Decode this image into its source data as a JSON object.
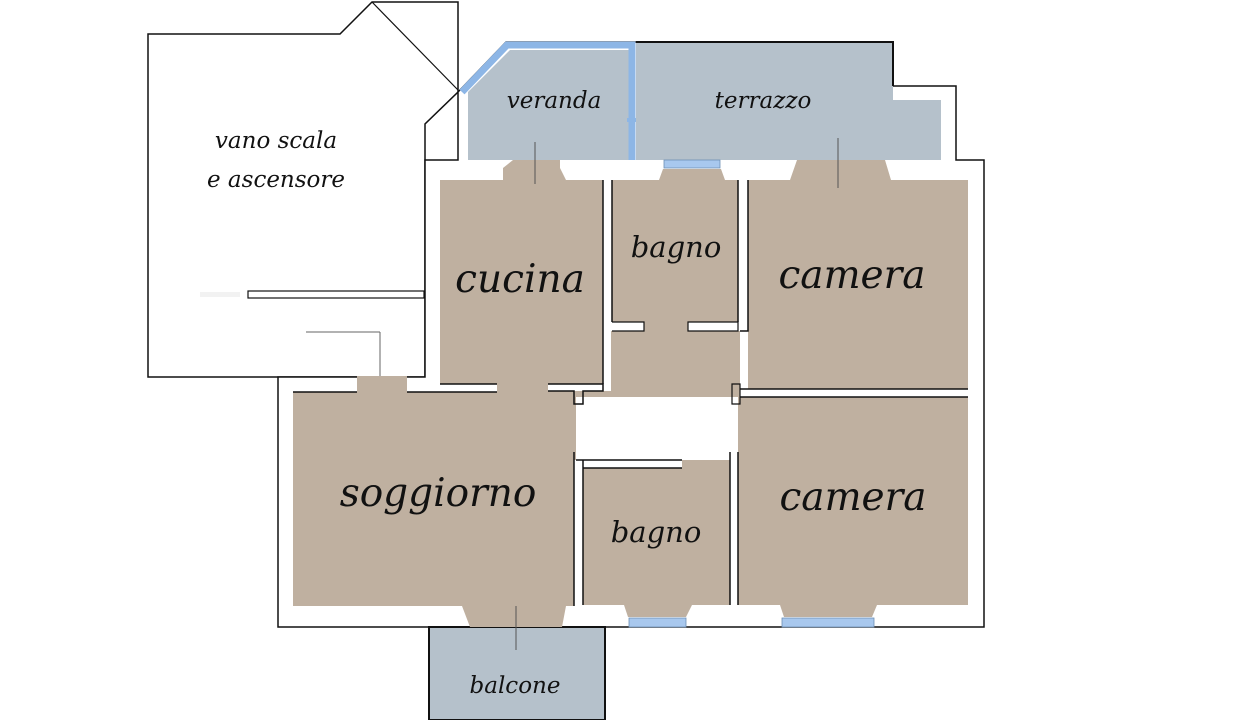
{
  "colors": {
    "interior_fill": "#bfb0a0",
    "outdoor_fill": "#b5c1cb",
    "window": "#a8c8ee",
    "wall_stroke": "#111111",
    "background": "#ffffff"
  },
  "rooms": {
    "stair": {
      "line1": "vano scala",
      "line2": "e ascensore"
    },
    "veranda": {
      "label": "veranda"
    },
    "terrazzo": {
      "label": "terrazzo"
    },
    "cucina": {
      "label": "cucina"
    },
    "bagno_top": {
      "label": "bagno"
    },
    "camera_top": {
      "label": "camera"
    },
    "soggiorno": {
      "label": "soggiorno"
    },
    "bagno_bottom": {
      "label": "bagno"
    },
    "camera_bottom": {
      "label": "camera"
    },
    "balcone": {
      "label": "balcone"
    }
  }
}
